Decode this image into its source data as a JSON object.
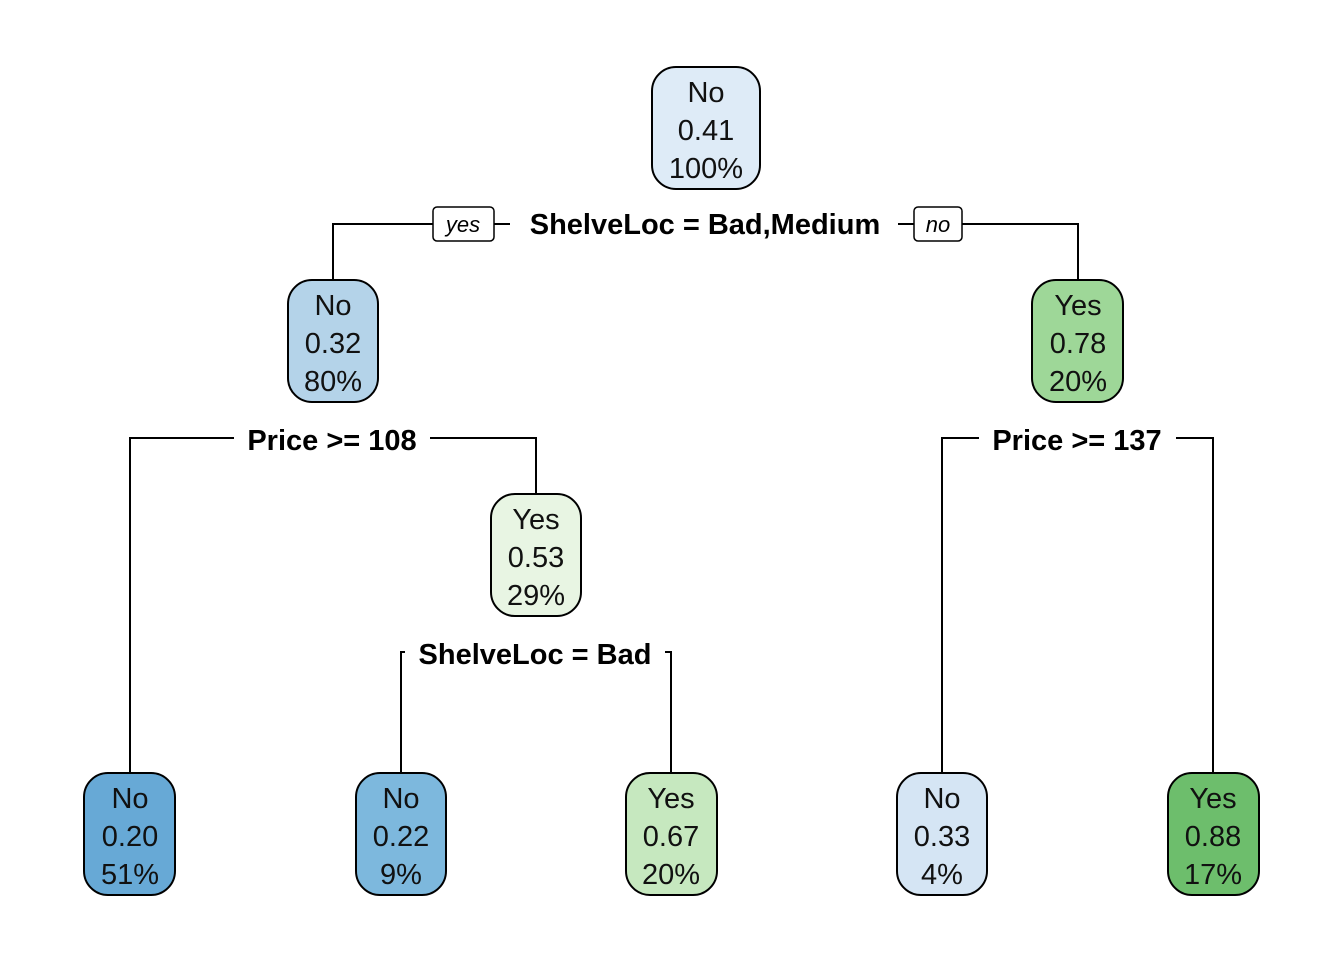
{
  "tree": {
    "nodes": [
      {
        "id": "root",
        "class": "No",
        "prob": "0.41",
        "pct": "100%",
        "color": "#DEEBF7"
      },
      {
        "id": "n2",
        "class": "No",
        "prob": "0.32",
        "pct": "80%",
        "color": "#B4D3E9"
      },
      {
        "id": "n3",
        "class": "Yes",
        "prob": "0.78",
        "pct": "20%",
        "color": "#9ED798"
      },
      {
        "id": "n5",
        "class": "Yes",
        "prob": "0.53",
        "pct": "29%",
        "color": "#E8F5E3"
      },
      {
        "id": "leaf4",
        "class": "No",
        "prob": "0.20",
        "pct": "51%",
        "color": "#67A9D6"
      },
      {
        "id": "leaf10",
        "class": "No",
        "prob": "0.22",
        "pct": "9%",
        "color": "#7DB8DD"
      },
      {
        "id": "leaf11",
        "class": "Yes",
        "prob": "0.67",
        "pct": "20%",
        "color": "#C6E8BF"
      },
      {
        "id": "leaf6",
        "class": "No",
        "prob": "0.33",
        "pct": "4%",
        "color": "#D5E5F4"
      },
      {
        "id": "leaf7",
        "class": "Yes",
        "prob": "0.88",
        "pct": "17%",
        "color": "#6DBE6C"
      }
    ],
    "splits": [
      {
        "id": "s1",
        "label": "ShelveLoc = Bad,Medium"
      },
      {
        "id": "s2",
        "label": "Price >= 108"
      },
      {
        "id": "s3",
        "label": "Price >= 137"
      },
      {
        "id": "s4",
        "label": "ShelveLoc = Bad"
      }
    ],
    "branch_labels": {
      "yes": "yes",
      "no": "no"
    }
  }
}
